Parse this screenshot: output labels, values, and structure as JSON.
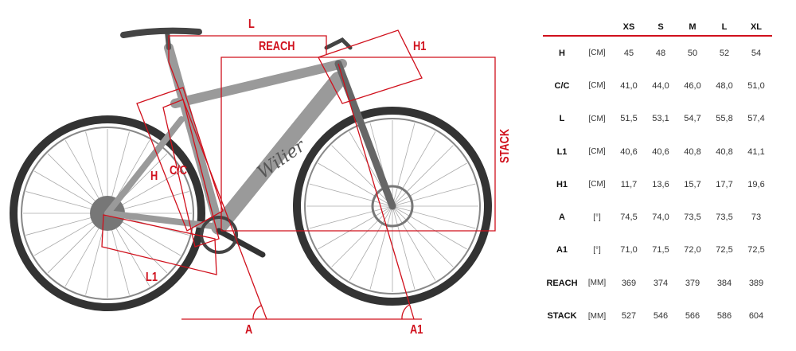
{
  "labels": {
    "L": "L",
    "REACH": "REACH",
    "H1": "H1",
    "STACK": "STACK",
    "H": "H",
    "CC": "C/C",
    "L1": "L1",
    "A": "A",
    "A1": "A1"
  },
  "brand": "Wilier",
  "colors": {
    "accent": "#d0101c",
    "frame": "#9a9a9a"
  },
  "table": {
    "sizes": [
      "XS",
      "S",
      "M",
      "L",
      "XL"
    ],
    "rows": [
      {
        "label": "H",
        "unit": "[CM]",
        "values": [
          "45",
          "48",
          "50",
          "52",
          "54"
        ]
      },
      {
        "label": "C/C",
        "unit": "[CM]",
        "values": [
          "41,0",
          "44,0",
          "46,0",
          "48,0",
          "51,0"
        ]
      },
      {
        "label": "L",
        "unit": "[CM]",
        "values": [
          "51,5",
          "53,1",
          "54,7",
          "55,8",
          "57,4"
        ]
      },
      {
        "label": "L1",
        "unit": "[CM]",
        "values": [
          "40,6",
          "40,6",
          "40,8",
          "40,8",
          "41,1"
        ]
      },
      {
        "label": "H1",
        "unit": "[CM]",
        "values": [
          "11,7",
          "13,6",
          "15,7",
          "17,7",
          "19,6"
        ]
      },
      {
        "label": "A",
        "unit": "[°]",
        "values": [
          "74,5",
          "74,0",
          "73,5",
          "73,5",
          "73"
        ]
      },
      {
        "label": "A1",
        "unit": "[°]",
        "values": [
          "71,0",
          "71,5",
          "72,0",
          "72,5",
          "72,5"
        ]
      },
      {
        "label": "REACH",
        "unit": "[MM]",
        "values": [
          "369",
          "374",
          "379",
          "384",
          "389"
        ]
      },
      {
        "label": "STACK",
        "unit": "[MM]",
        "values": [
          "527",
          "546",
          "566",
          "586",
          "604"
        ]
      }
    ]
  }
}
